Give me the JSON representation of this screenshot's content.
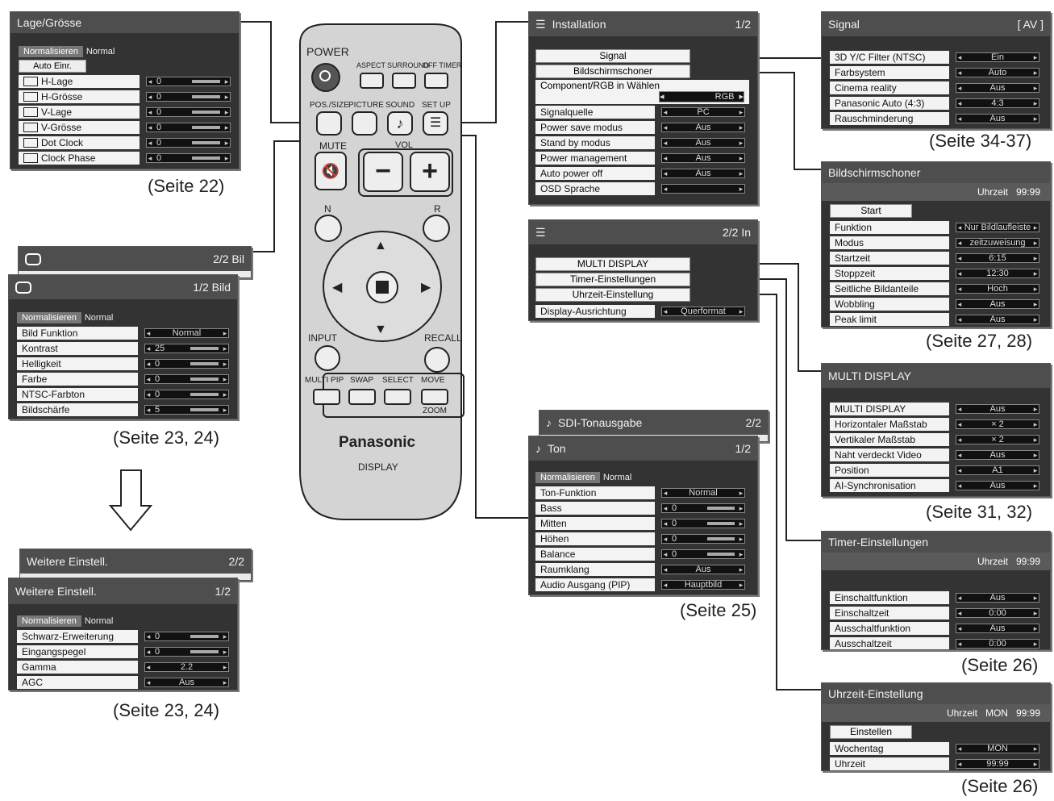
{
  "panels": {
    "lage": {
      "title": "Lage/Grösse",
      "norm": "Normalisieren",
      "normal": "Normal",
      "auto": "Auto Einr.",
      "rows": [
        {
          "label": "H-Lage",
          "value": "0"
        },
        {
          "label": "H-Grösse",
          "value": "0"
        },
        {
          "label": "V-Lage",
          "value": "0"
        },
        {
          "label": "V-Grösse",
          "value": "0"
        },
        {
          "label": "Dot Clock",
          "value": "0"
        },
        {
          "label": "Clock Phase",
          "value": "0"
        }
      ],
      "seite": "(Seite 22)"
    },
    "bild2": {
      "page": "2/2 Bil"
    },
    "bild1": {
      "page": "1/2 Bild",
      "norm": "Normalisieren",
      "normal": "Normal",
      "rows": [
        {
          "label": "Bild Funktion",
          "value": "Normal"
        },
        {
          "label": "Kontrast",
          "value": "25"
        },
        {
          "label": "Helligkeit",
          "value": "0"
        },
        {
          "label": "Farbe",
          "value": "0"
        },
        {
          "label": "NTSC-Farbton",
          "value": "0"
        },
        {
          "label": "Bildschärfe",
          "value": "5"
        }
      ],
      "seite": "(Seite 23, 24)"
    },
    "weitere2": {
      "title": "Weitere Einstell.",
      "page": "2/2"
    },
    "weitere1": {
      "title": "Weitere Einstell.",
      "page": "1/2",
      "norm": "Normalisieren",
      "normal": "Normal",
      "rows": [
        {
          "label": "Schwarz-Erweiterung",
          "value": "0"
        },
        {
          "label": "Eingangspegel",
          "value": "0"
        },
        {
          "label": "Gamma",
          "value": "2.2"
        },
        {
          "label": "AGC",
          "value": "Aus"
        }
      ],
      "seite": "(Seite 23, 24)"
    },
    "install1": {
      "title": "Installation",
      "page": "1/2",
      "items": [
        "Signal",
        "Bildschirmschoner"
      ],
      "comp": "Component/RGB in Wählen",
      "compval": "RGB",
      "rows": [
        {
          "label": "Signalquelle",
          "value": "PC"
        },
        {
          "label": "Power save modus",
          "value": "Aus"
        },
        {
          "label": "Stand by modus",
          "value": "Aus"
        },
        {
          "label": "Power management",
          "value": "Aus"
        },
        {
          "label": "Auto power off",
          "value": "Aus"
        },
        {
          "label": "OSD Sprache",
          "value": ""
        }
      ]
    },
    "install2": {
      "page": "2/2 In",
      "items": [
        "MULTI DISPLAY",
        "Timer-Einstellungen",
        "Uhrzeit-Einstellung"
      ],
      "rows": [
        {
          "label": "Display-Ausrichtung",
          "value": "Querformat"
        }
      ]
    },
    "sdi": {
      "title": "SDI-Tonausgabe",
      "page": "2/2"
    },
    "ton": {
      "title": "Ton",
      "page": "1/2",
      "norm": "Normalisieren",
      "normal": "Normal",
      "rows": [
        {
          "label": "Ton-Funktion",
          "value": "Normal"
        },
        {
          "label": "Bass",
          "value": "0"
        },
        {
          "label": "Mitten",
          "value": "0"
        },
        {
          "label": "Höhen",
          "value": "0"
        },
        {
          "label": "Balance",
          "value": "0"
        },
        {
          "label": "Raumklang",
          "value": "Aus"
        },
        {
          "label": "Audio Ausgang (PIP)",
          "value": "Hauptbild"
        }
      ],
      "seite": "(Seite 25)"
    },
    "signal": {
      "title": "Signal",
      "page": "[ AV ]",
      "rows": [
        {
          "label": "3D Y/C Filter (NTSC)",
          "value": "Ein"
        },
        {
          "label": "Farbsystem",
          "value": "Auto"
        },
        {
          "label": "Cinema reality",
          "value": "Aus"
        },
        {
          "label": "Panasonic Auto (4:3)",
          "value": "4:3"
        },
        {
          "label": "Rauschminderung",
          "value": "Aus"
        }
      ],
      "seite": "(Seite 34-37)"
    },
    "schoner": {
      "title": "Bildschirmschoner",
      "uhr": "Uhrzeit",
      "time": "99:99",
      "start": "Start",
      "rows": [
        {
          "label": "Funktion",
          "value": "Nur Bildlaufleiste"
        },
        {
          "label": "Modus",
          "value": "zeitzuweisung"
        },
        {
          "label": "Startzeit",
          "value": "6:15"
        },
        {
          "label": "Stoppzeit",
          "value": "12:30"
        },
        {
          "label": "Seitliche Bildanteile",
          "value": "Hoch"
        },
        {
          "label": "Wobbling",
          "value": "Aus"
        },
        {
          "label": "Peak limit",
          "value": "Aus"
        }
      ],
      "seite": "(Seite 27, 28)"
    },
    "multi": {
      "title": "MULTI DISPLAY",
      "rows": [
        {
          "label": "MULTI DISPLAY",
          "value": "Aus"
        },
        {
          "label": "Horizontaler Maßstab",
          "value": "× 2"
        },
        {
          "label": "Vertikaler Maßstab",
          "value": "× 2"
        },
        {
          "label": "Naht verdeckt Video",
          "value": "Aus"
        },
        {
          "label": "Position",
          "value": "A1"
        },
        {
          "label": "AI-Synchronisation",
          "value": "Aus"
        }
      ],
      "seite": "(Seite 31, 32)"
    },
    "timer": {
      "title": "Timer-Einstellungen",
      "uhr": "Uhrzeit",
      "time": "99:99",
      "rows": [
        {
          "label": "Einschaltfunktion",
          "value": "Aus"
        },
        {
          "label": "Einschaltzeit",
          "value": "0:00"
        },
        {
          "label": "Ausschaltfunktion",
          "value": "Aus"
        },
        {
          "label": "Ausschaltzeit",
          "value": "0:00"
        }
      ],
      "seite": "(Seite 26)"
    },
    "uhrzeit": {
      "title": "Uhrzeit-Einstellung",
      "uhr": "Uhrzeit",
      "day": "MON",
      "time": "99:99",
      "btn": "Einstellen",
      "rows": [
        {
          "label": "Wochentag",
          "value": "MON"
        },
        {
          "label": "Uhrzeit",
          "value": "99:99"
        }
      ],
      "seite": "(Seite 26)"
    }
  },
  "remote": {
    "power": "POWER",
    "aspect": "ASPECT",
    "surround": "SURROUND",
    "offtimer": "OFF TIMER",
    "possize": "POS./SIZE",
    "picture": "PICTURE",
    "sound": "SOUND",
    "setup": "SET UP",
    "mute": "MUTE",
    "vol": "VOL",
    "n": "N",
    "r": "R",
    "input": "INPUT",
    "recall": "RECALL",
    "multipip": "MULTI PIP",
    "swap": "SWAP",
    "select": "SELECT",
    "move": "MOVE",
    "zoom": "ZOOM",
    "brand": "Panasonic",
    "display": "DISPLAY"
  }
}
